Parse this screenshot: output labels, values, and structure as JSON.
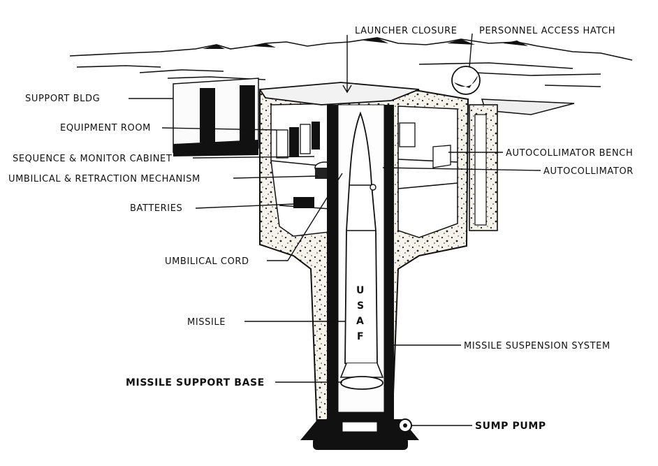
{
  "diagram": {
    "labels": {
      "launcher_closure": "LAUNCHER CLOSURE",
      "personnel_access_hatch": "PERSONNEL ACCESS HATCH",
      "support_bldg": "SUPPORT BLDG",
      "equipment_room": "EQUIPMENT ROOM",
      "sequence_monitor_cabinet": "SEQUENCE & MONITOR CABINET",
      "umbilical_retraction": "UMBILICAL & RETRACTION MECHANISM",
      "batteries": "BATTERIES",
      "umbilical_cord": "UMBILICAL CORD",
      "missile": "MISSILE",
      "missile_support_base": "MISSILE SUPPORT BASE",
      "autocollimator_bench": "AUTOCOLLIMATOR BENCH",
      "autocollimator": "AUTOCOLLIMATOR",
      "missile_suspension_system": "MISSILE SUSPENSION SYSTEM",
      "sump_pump": "SUMP PUMP"
    },
    "missile_marking": [
      "U",
      "S",
      "A",
      "F"
    ],
    "colors": {
      "ink": "#111111",
      "concrete": "#f4f0e8",
      "background": "#ffffff"
    }
  }
}
